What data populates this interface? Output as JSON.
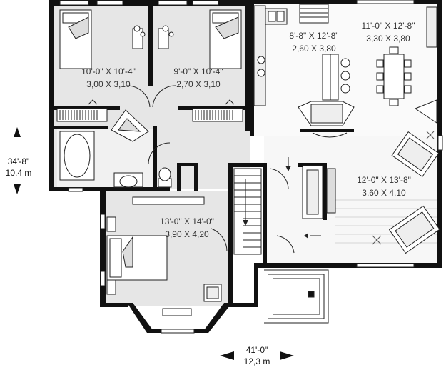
{
  "rooms": {
    "bedroom2": {
      "dims": "10'-0\" X 10'-4\"",
      "metric": "3,00 X 3,10"
    },
    "bedroom3": {
      "dims": "9'-0\" X 10'-4\"",
      "metric": "2,70 X 3,10"
    },
    "kitchen": {
      "dims": "8'-8\" X 12'-8\"",
      "metric": "2,60 X 3,80"
    },
    "dining": {
      "dims": "11'-0\" X 12'-8\"",
      "metric": "3,30 X 3,80"
    },
    "living": {
      "dims": "12'-0\" X 13'-8\"",
      "metric": "3,60 X 4,10"
    },
    "master": {
      "dims": "13'-0\" X 14'-0\"",
      "metric": "3,90 X 4,20"
    }
  },
  "overall": {
    "depth_imperial": "34'-8\"",
    "depth_metric": "10,4 m",
    "width_imperial": "41'-0\"",
    "width_metric": "12,3 m"
  }
}
